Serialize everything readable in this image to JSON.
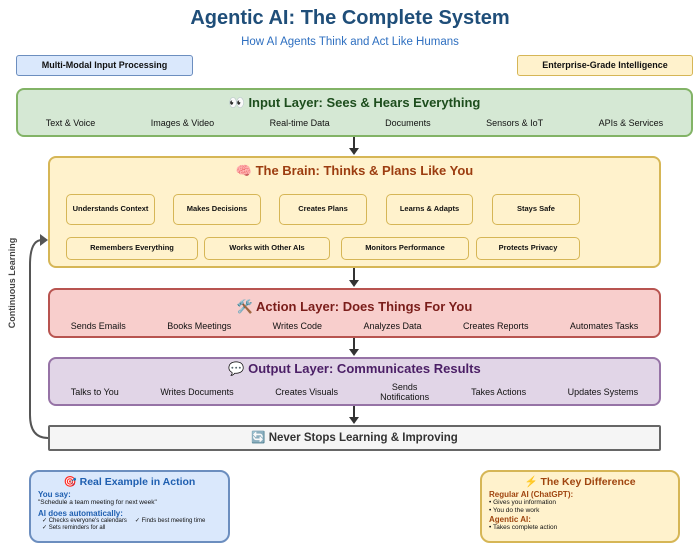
{
  "title": "Agentic AI: The Complete System",
  "subtitle": "How AI Agents Think and Act Like Humans",
  "tags": {
    "left": "Multi-Modal Input Processing",
    "right": "Enterprise-Grade Intelligence"
  },
  "input": {
    "icon": "👀",
    "title": "Input Layer: Sees & Hears Everything",
    "items": [
      "Text & Voice",
      "Images & Video",
      "Real-time Data",
      "Documents",
      "Sensors & IoT",
      "APIs & Services"
    ]
  },
  "brain": {
    "icon": "🧠",
    "title": "The Brain: Thinks & Plans Like You",
    "row1": [
      "Understands Context",
      "Makes Decisions",
      "Creates Plans",
      "Learns & Adapts",
      "Stays Safe"
    ],
    "row2": [
      "Remembers Everything",
      "Works with Other AIs",
      "Monitors Performance",
      "Protects Privacy"
    ]
  },
  "action": {
    "icon": "🛠️",
    "title": "Action Layer: Does Things For You",
    "items": [
      "Sends Emails",
      "Books Meetings",
      "Writes Code",
      "Analyzes Data",
      "Creates Reports",
      "Automates Tasks"
    ]
  },
  "output": {
    "icon": "💬",
    "title": "Output Layer: Communicates Results",
    "items": [
      "Talks to You",
      "Writes Documents",
      "Creates Visuals",
      "Sends Notifications",
      "Takes Actions",
      "Updates Systems"
    ]
  },
  "learning": {
    "icon": "🔄",
    "title": "Never Stops Learning & Improving",
    "loop_label": "Continuous Learning"
  },
  "example": {
    "icon": "🎯",
    "title": "Real Example in Action",
    "you_say_label": "You say:",
    "you_say": "\"Schedule a team meeting for next week\"",
    "ai_label": "AI does automatically:",
    "checks": [
      "✓ Checks everyone's calendars",
      "✓ Finds best meeting time",
      "✓ Sets reminders for all"
    ]
  },
  "difference": {
    "icon": "⚡",
    "title": "The Key Difference",
    "regular_label": "Regular AI (ChatGPT):",
    "regular": [
      "• Gives you information",
      "• You do the work"
    ],
    "agentic_label": "Agentic AI:",
    "agentic": [
      "• Takes complete action"
    ]
  },
  "colors": {
    "title": "#1f4e79",
    "subtitle": "#2e6fc0",
    "green": "#d5e8d4",
    "yellow": "#fff2cc",
    "red": "#f8cecc",
    "purple": "#e1d5e7",
    "blue": "#dae8fc"
  }
}
